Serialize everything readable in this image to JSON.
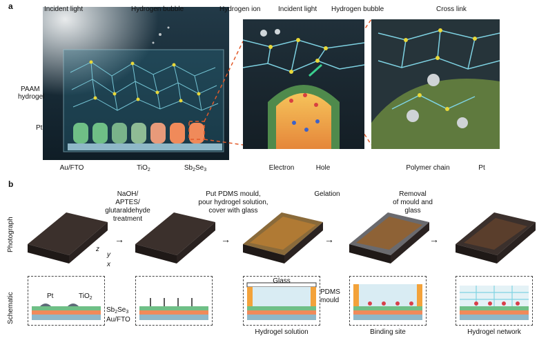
{
  "panel_a": {
    "letter": "a",
    "left": {
      "incident_light": "Incident light",
      "hydrogen_bubble": "Hydrogen bubble",
      "paam_1": "PAAM",
      "paam_2": "hydrogel",
      "pt": "Pt",
      "au_fto": "Au/FTO",
      "tio2_main": "TiO",
      "tio2_sub": "2",
      "sb_main1": "Sb",
      "sb_sub1": "2",
      "sb_main2": "Se",
      "sb_sub2": "3"
    },
    "middle": {
      "hydrogen_ion": "Hydrogen ion",
      "incident_light": "Incident light",
      "hydrogen_bubble": "Hydrogen bubble",
      "electron": "Electron",
      "hole": "Hole"
    },
    "right": {
      "cross_link": "Cross link",
      "polymer_chain": "Polymer chain",
      "pt": "Pt"
    }
  },
  "panel_b": {
    "letter": "b",
    "row_photo": "Photograph",
    "row_schematic": "Schematic",
    "steps": [
      {
        "l1": "NaOH/",
        "l2": "APTES/",
        "l3": "glutaraldehyde",
        "l4": "treatment"
      },
      {
        "l1": "Put PDMS mould,",
        "l2": "pour hydrogel solution,",
        "l3": "cover with glass"
      },
      {
        "l1": "Gelation"
      },
      {
        "l1": "Removal",
        "l2": "of mould and",
        "l3": "glass"
      }
    ],
    "axes": {
      "z": "z",
      "y": "y",
      "x": "x"
    },
    "schematic_labels": {
      "pt": "Pt",
      "tio2_main": "TiO",
      "tio2_sub": "2",
      "sb_main1": "Sb",
      "sb_sub1": "2",
      "sb_main2": "Se",
      "sb_sub2": "3",
      "au_fto": "Au/FTO",
      "glass": "Glass",
      "pdms_1": "PDMS",
      "pdms_2": "mould",
      "hydrogel_solution": "Hydrogel solution",
      "binding_site": "Binding site",
      "hydrogel_network": "Hydrogel network"
    }
  },
  "colors": {
    "water": "#1e4e66",
    "network": "#7fd3e3",
    "node": "#e8d83a",
    "tio2": "#6fbf86",
    "sb2se3": "#f08a5a",
    "au_fto": "#8fb8c8",
    "orange_dash": "#e25a2a",
    "device_dark": "#2b2523"
  }
}
